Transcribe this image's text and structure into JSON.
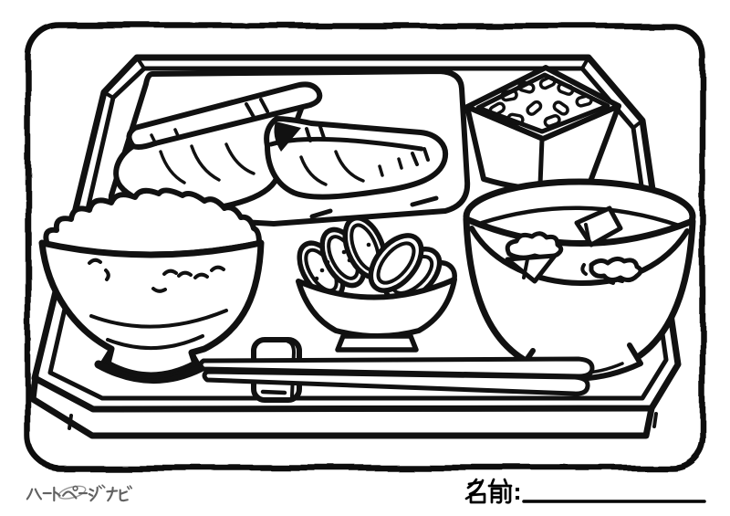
{
  "page": {
    "background": "#ffffff",
    "line_color": "#111111",
    "frame_color": "#111111"
  },
  "artwork": {
    "kind": "japanese-meal-tray-coloring-line-art",
    "items": [
      "tray",
      "grilled-fish-plate",
      "grilled-fish-fillets",
      "natto-box",
      "rice-bowl",
      "pickled-cucumber-bowl",
      "miso-soup-bowl",
      "chopstick-rest",
      "chopsticks"
    ]
  },
  "footer": {
    "logo_text": "ハートページナビ",
    "logo_color": "#616161",
    "name_label": "名前：",
    "name_color": "#000000"
  }
}
